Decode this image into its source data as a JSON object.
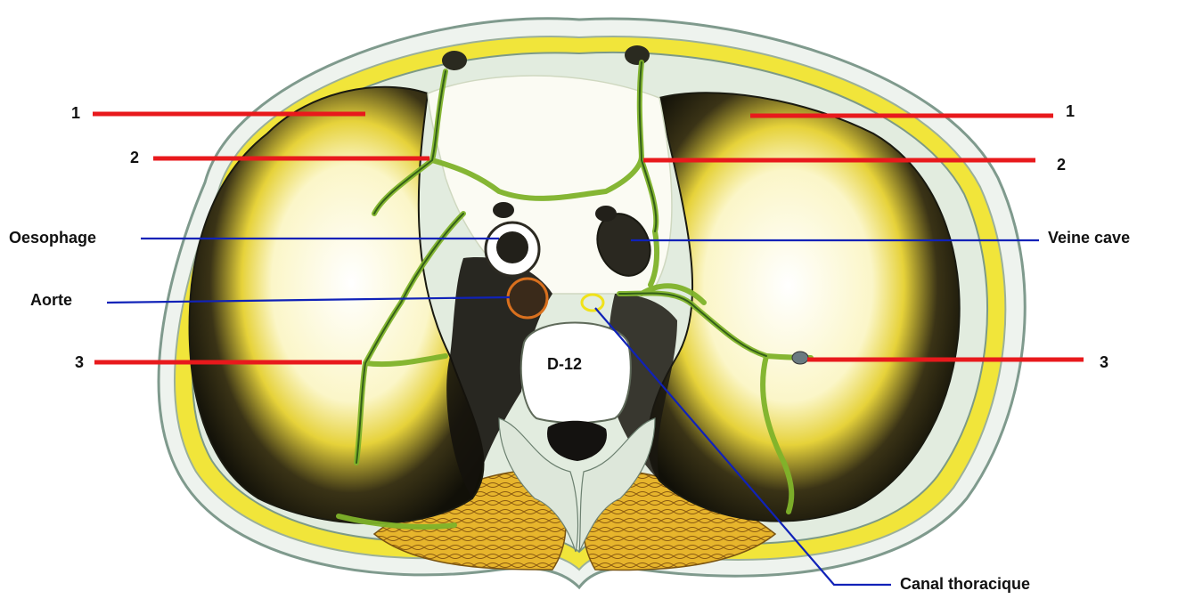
{
  "labels": {
    "num1_left": "1",
    "num1_right": "1",
    "num2_left": "2",
    "num2_right": "2",
    "num3_left": "3",
    "num3_right": "3",
    "oesophage": "Oesophage",
    "veine_cave": "Veine cave",
    "aorte": "Aorte",
    "vertebra": "D-12",
    "canal": "Canal thoracique"
  },
  "colors": {
    "red_leader": "#e8191c",
    "blue_leader": "#1022b8",
    "fat_yellow": "#f3e83a",
    "lung_dark": "#16140f",
    "lymph_green": "#7fb32a",
    "muscle": "#e3b32a",
    "aorta_ring": "#d9701e",
    "canal_ring": "#f0e21a",
    "skin_grey": "#9fb3a8"
  }
}
